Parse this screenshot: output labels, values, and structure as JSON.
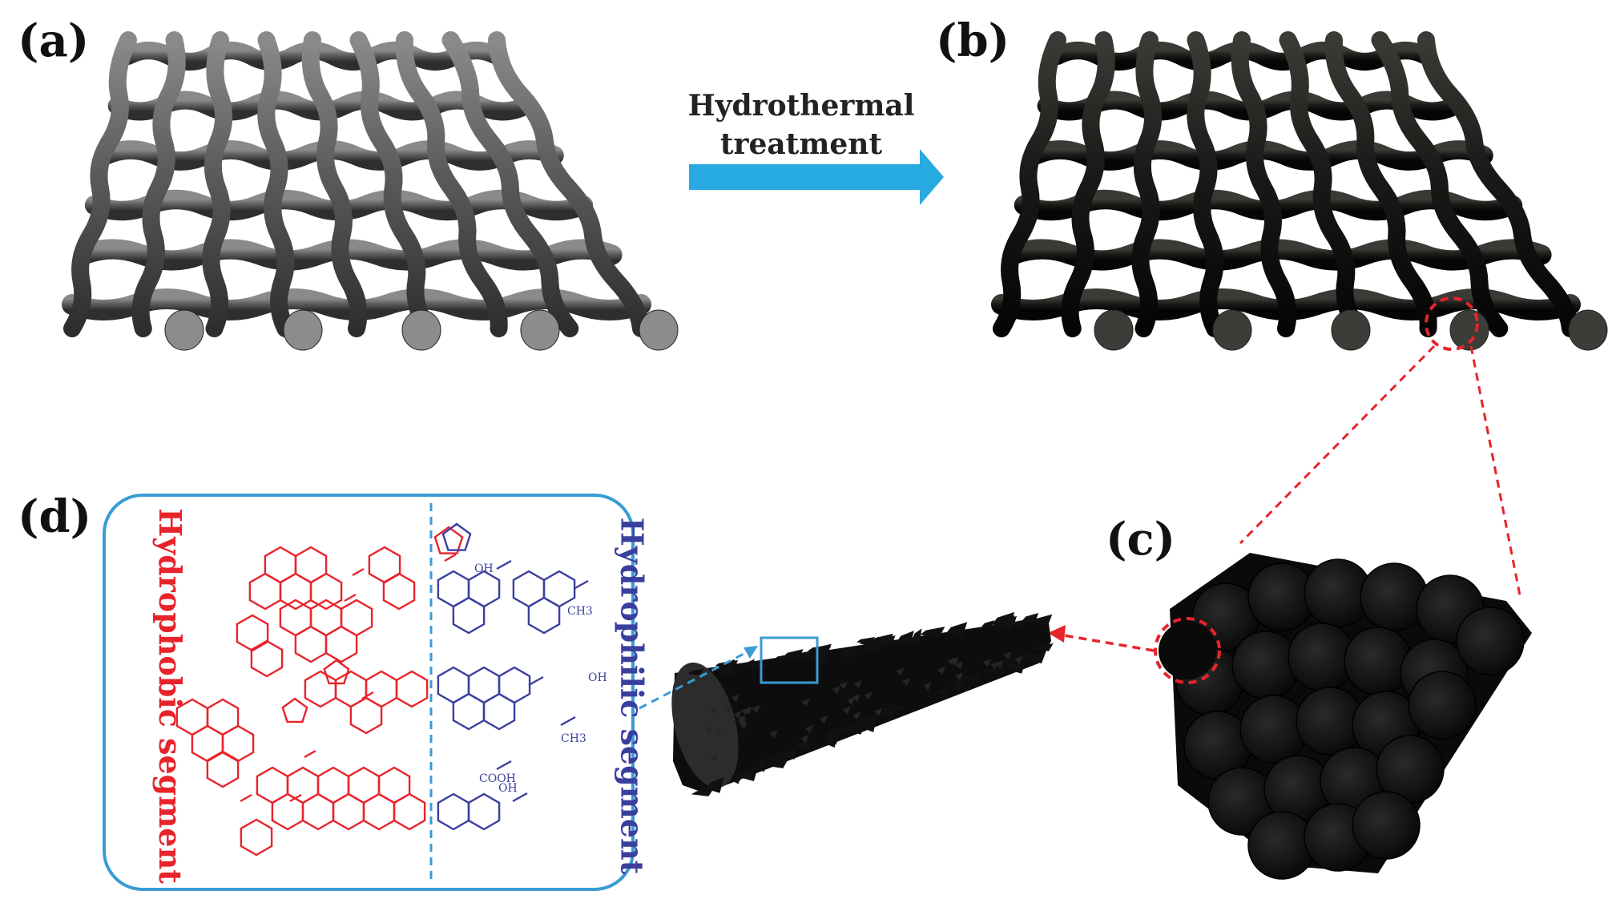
{
  "labels": {
    "a": "(a)",
    "b": "(b)",
    "c": "(c)",
    "d": "(d)"
  },
  "arrow": {
    "line1": "Hydrothermal",
    "line2": "treatment"
  },
  "segments": {
    "hydrophobic": "Hydrophobic segment",
    "hydrophilic": "Hydrophilic segment"
  },
  "chem_labels": {
    "oh1": "OH",
    "oh2": "OH",
    "oh3": "OH",
    "ch3a": "CH3",
    "ch3b": "CH3",
    "cooh": "COOH"
  },
  "colors": {
    "hydrophobic": "#e8232b",
    "hydrophilic": "#3a3f9e",
    "box_border": "#3a9bd5",
    "arrow_fill": "#27a9e1",
    "highlight": "#e8232b",
    "mesh_a": "#5c5c5e",
    "mesh_b": "#1a1a18"
  }
}
